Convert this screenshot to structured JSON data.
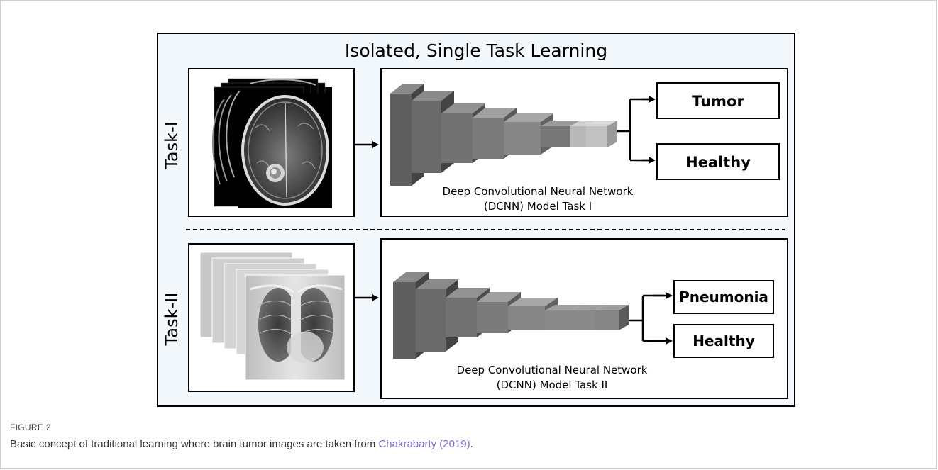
{
  "diagram": {
    "title": "Isolated, Single Task Learning",
    "tasks": [
      {
        "label": "Task-I",
        "model_caption_line1": "Deep Convolutional Neural Network",
        "model_caption_line2": "(DCNN) Model Task I",
        "outputs": [
          "Tumor",
          "Healthy"
        ]
      },
      {
        "label": "Task-II",
        "model_caption_line1": "Deep Convolutional Neural Network",
        "model_caption_line2": "(DCNN) Model Task II",
        "outputs": [
          "Pneumonia",
          "Healthy"
        ]
      }
    ]
  },
  "caption": {
    "label": "FIGURE 2",
    "text": "Basic concept of traditional learning where brain tumor images are taken from ",
    "link": "Chakrabarty (2019)",
    "end": "."
  },
  "colors": {
    "panel_bg": "#f3f8fc",
    "block_front": "#5f5f5f",
    "block_light": "#b8b8b8",
    "link": "#7a6fd0"
  }
}
